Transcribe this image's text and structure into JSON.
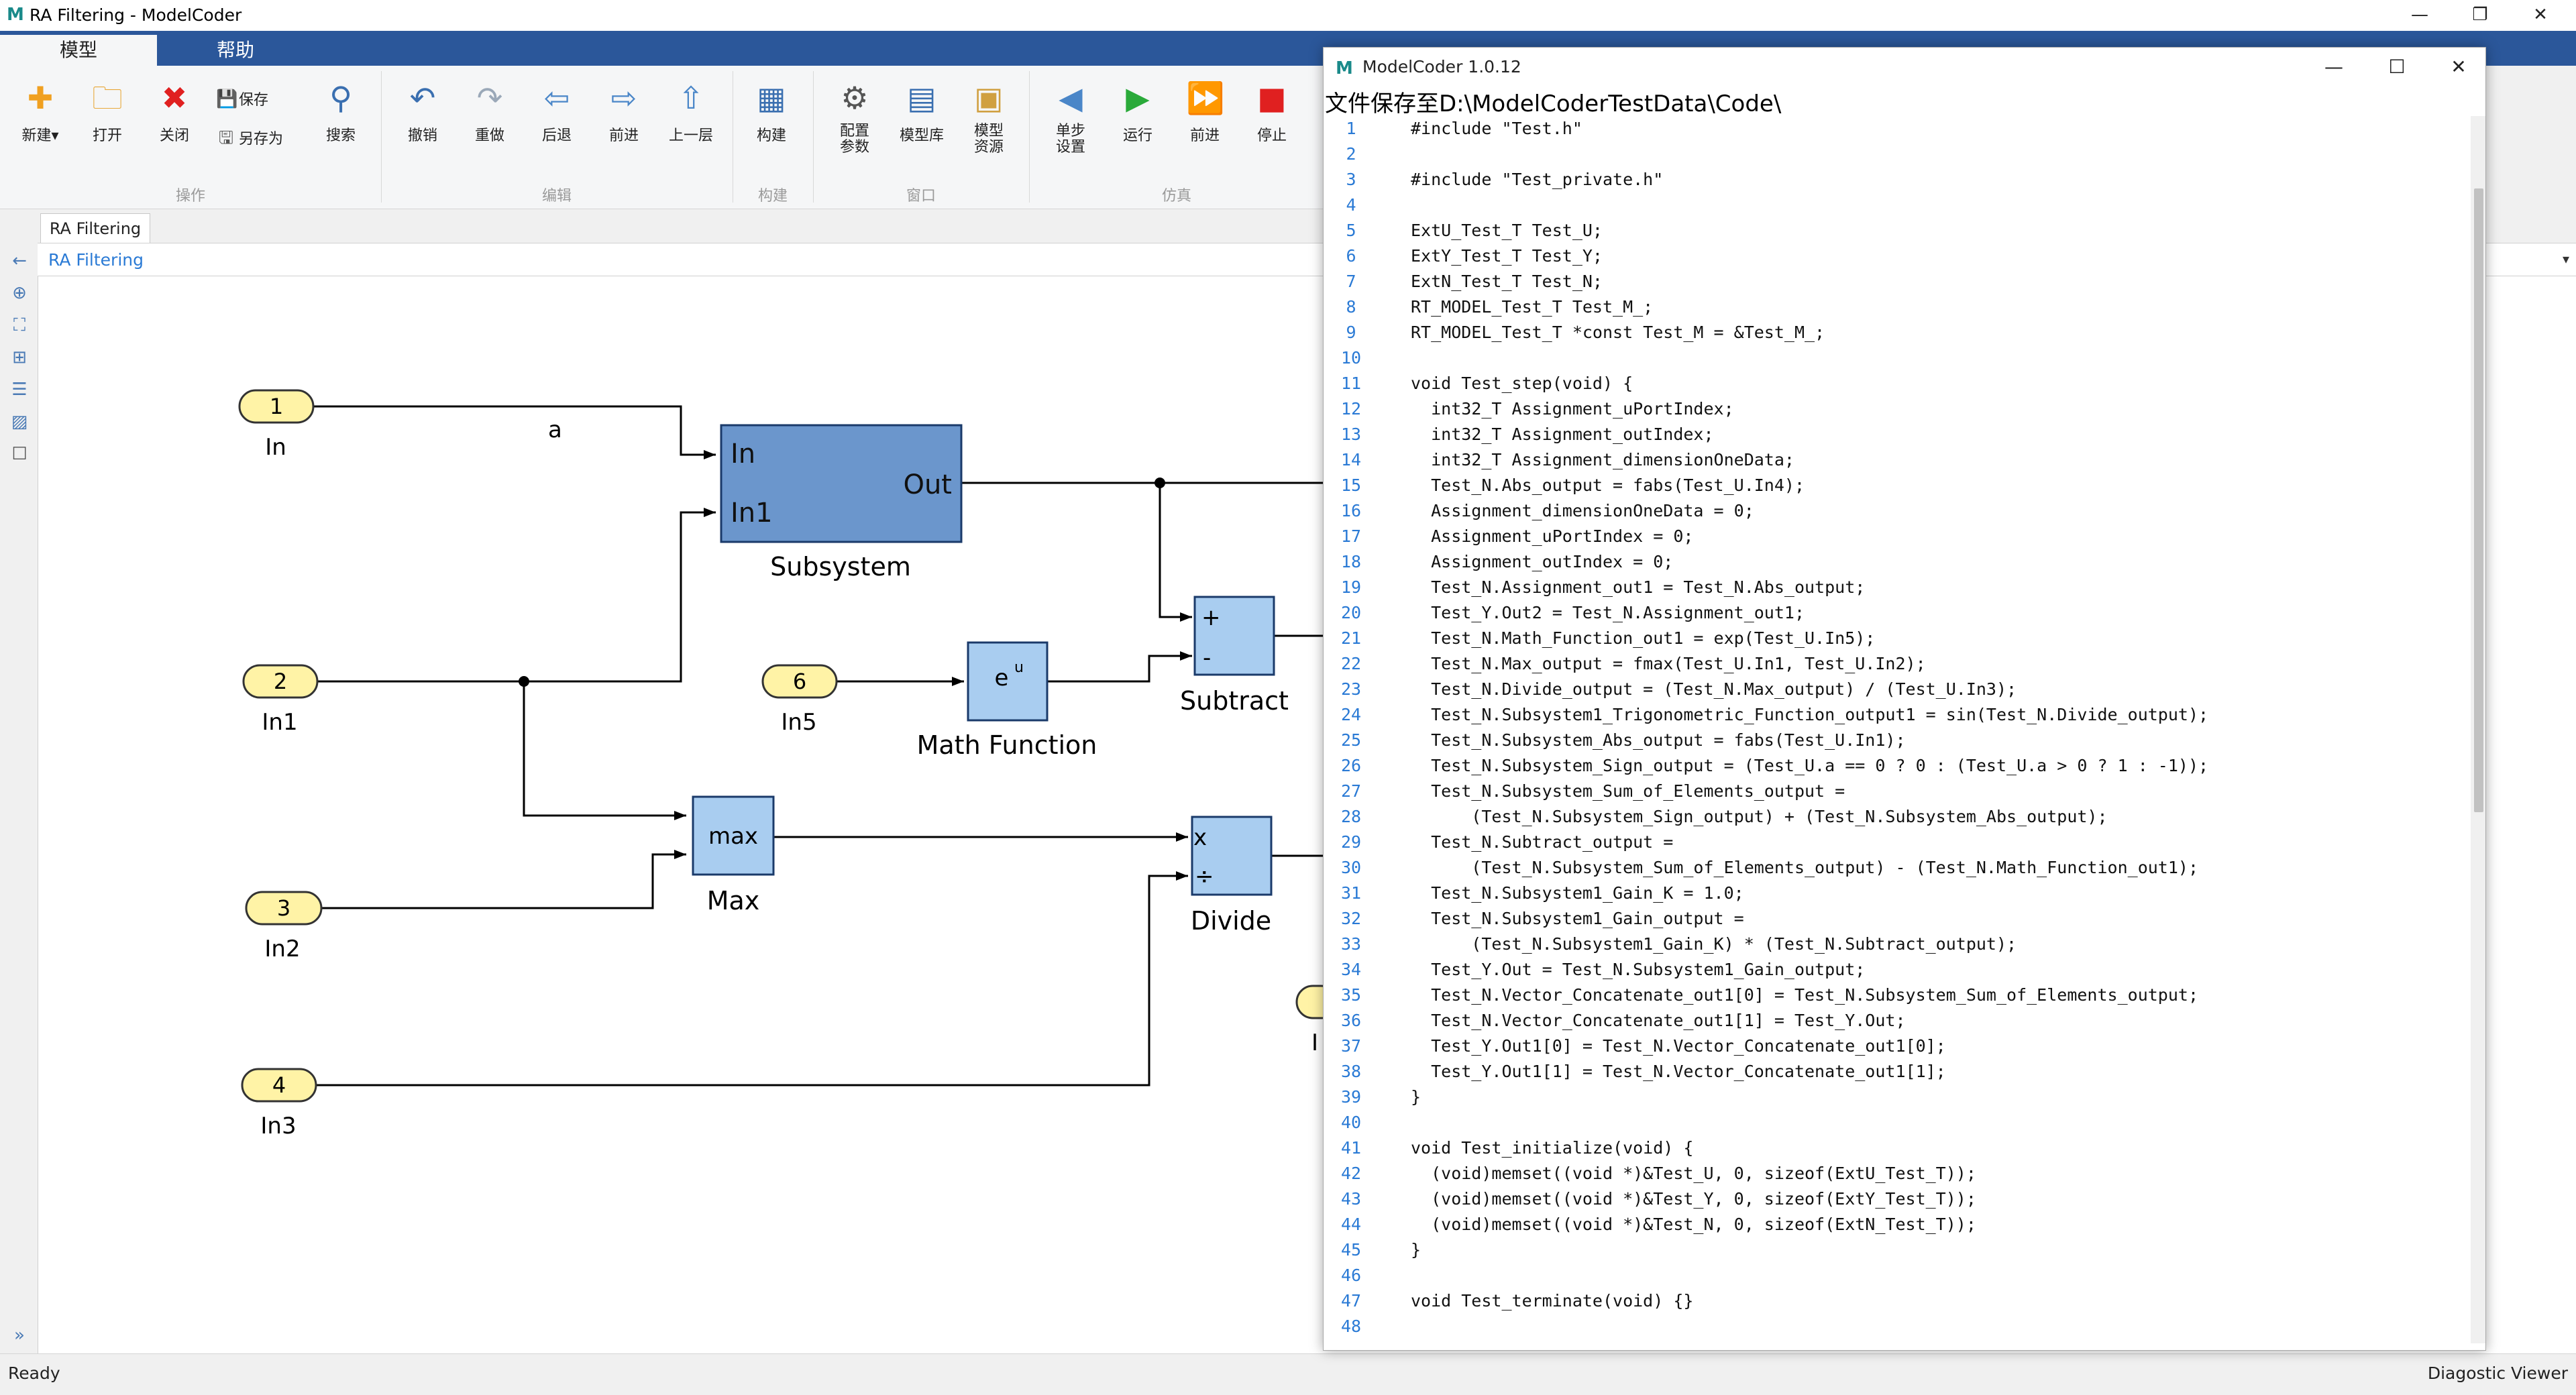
{
  "app": {
    "window_title": "RA Filtering - ModelCoder",
    "status": "Ready",
    "diag_viewer": "Diagostic Viewer"
  },
  "tabs": [
    "模型",
    "帮助"
  ],
  "ribbon": {
    "buttons": [
      {
        "label": "新建▾",
        "icon": "new-icon"
      },
      {
        "label": "打开",
        "icon": "open-folder-icon"
      },
      {
        "label": "关闭",
        "icon": "close-x-icon"
      },
      {
        "label": "搜索",
        "icon": "search-icon"
      },
      {
        "label": "撤销",
        "icon": "undo-icon"
      },
      {
        "label": "重做",
        "icon": "redo-icon"
      },
      {
        "label": "后退",
        "icon": "back-arrow-icon"
      },
      {
        "label": "前进",
        "icon": "forward-arrow-icon"
      },
      {
        "label": "上一层",
        "icon": "up-arrow-icon"
      },
      {
        "label": "构建",
        "icon": "build-icon"
      },
      {
        "label": "配置\n参数",
        "icon": "gear-icon"
      },
      {
        "label": "模型库",
        "icon": "library-icon"
      },
      {
        "label": "模型\n资源",
        "icon": "resource-icon"
      },
      {
        "label": "单步\n设置",
        "icon": "step-back-icon"
      },
      {
        "label": "运行",
        "icon": "run-icon"
      },
      {
        "label": "前进",
        "icon": "step-forward-icon"
      },
      {
        "label": "停止",
        "icon": "stop-icon"
      }
    ],
    "small_buttons": [
      {
        "label": "保存",
        "icon": "save-icon"
      },
      {
        "label": "另存为",
        "icon": "save-as-icon"
      }
    ],
    "groups": [
      "操作",
      "编辑",
      "构建",
      "窗口",
      "仿真"
    ]
  },
  "doc_tab": "RA Filtering",
  "breadcrumb": "RA Filtering",
  "diagram": {
    "inports": [
      {
        "num": "1",
        "name": "In"
      },
      {
        "num": "2",
        "name": "In1"
      },
      {
        "num": "3",
        "name": "In2"
      },
      {
        "num": "4",
        "name": "In3"
      },
      {
        "num": "6",
        "name": "In5"
      }
    ],
    "signal_label": "a",
    "subsystem": {
      "name": "Subsystem",
      "in1": "In",
      "in2": "In1",
      "out": "Out"
    },
    "math_function": {
      "name": "Math Function",
      "symbol": "e",
      "sup": "u"
    },
    "max_block": {
      "name": "Max",
      "symbol": "max"
    },
    "subtract": {
      "name": "Subtract",
      "plus": "+",
      "minus": "-"
    },
    "divide": {
      "name": "Divide",
      "times": "x",
      "div": "÷"
    },
    "partial_label": "I"
  },
  "code_window": {
    "title": "ModelCoder 1.0.12",
    "path": "文件保存至D:\\ModelCoderTestData\\Code\\",
    "lines": [
      {
        "n": "1",
        "t": "#include \"Test.h\""
      },
      {
        "n": "2",
        "t": ""
      },
      {
        "n": "3",
        "t": "#include \"Test_private.h\""
      },
      {
        "n": "4",
        "t": ""
      },
      {
        "n": "5",
        "t": "ExtU_Test_T Test_U;"
      },
      {
        "n": "6",
        "t": "ExtY_Test_T Test_Y;"
      },
      {
        "n": "7",
        "t": "ExtN_Test_T Test_N;"
      },
      {
        "n": "8",
        "t": "RT_MODEL_Test_T Test_M_;"
      },
      {
        "n": "9",
        "t": "RT_MODEL_Test_T *const Test_M = &Test_M_;"
      },
      {
        "n": "10",
        "t": ""
      },
      {
        "n": "11",
        "t": "void Test_step(void) {"
      },
      {
        "n": "12",
        "t": "  int32_T Assignment_uPortIndex;"
      },
      {
        "n": "13",
        "t": "  int32_T Assignment_outIndex;"
      },
      {
        "n": "14",
        "t": "  int32_T Assignment_dimensionOneData;"
      },
      {
        "n": "15",
        "t": "  Test_N.Abs_output = fabs(Test_U.In4);"
      },
      {
        "n": "16",
        "t": "  Assignment_dimensionOneData = 0;"
      },
      {
        "n": "17",
        "t": "  Assignment_uPortIndex = 0;"
      },
      {
        "n": "18",
        "t": "  Assignment_outIndex = 0;"
      },
      {
        "n": "19",
        "t": "  Test_N.Assignment_out1 = Test_N.Abs_output;"
      },
      {
        "n": "20",
        "t": "  Test_Y.Out2 = Test_N.Assignment_out1;"
      },
      {
        "n": "21",
        "t": "  Test_N.Math_Function_out1 = exp(Test_U.In5);"
      },
      {
        "n": "22",
        "t": "  Test_N.Max_output = fmax(Test_U.In1, Test_U.In2);"
      },
      {
        "n": "23",
        "t": "  Test_N.Divide_output = (Test_N.Max_output) / (Test_U.In3);"
      },
      {
        "n": "24",
        "t": "  Test_N.Subsystem1_Trigonometric_Function_output1 = sin(Test_N.Divide_output);"
      },
      {
        "n": "25",
        "t": "  Test_N.Subsystem_Abs_output = fabs(Test_U.In1);"
      },
      {
        "n": "26",
        "t": "  Test_N.Subsystem_Sign_output = (Test_U.a == 0 ? 0 : (Test_U.a > 0 ? 1 : -1));"
      },
      {
        "n": "27",
        "t": "  Test_N.Subsystem_Sum_of_Elements_output ="
      },
      {
        "n": "28",
        "t": "      (Test_N.Subsystem_Sign_output) + (Test_N.Subsystem_Abs_output);"
      },
      {
        "n": "29",
        "t": "  Test_N.Subtract_output ="
      },
      {
        "n": "30",
        "t": "      (Test_N.Subsystem_Sum_of_Elements_output) - (Test_N.Math_Function_out1);"
      },
      {
        "n": "31",
        "t": "  Test_N.Subsystem1_Gain_K = 1.0;"
      },
      {
        "n": "32",
        "t": "  Test_N.Subsystem1_Gain_output ="
      },
      {
        "n": "33",
        "t": "      (Test_N.Subsystem1_Gain_K) * (Test_N.Subtract_output);"
      },
      {
        "n": "34",
        "t": "  Test_Y.Out = Test_N.Subsystem1_Gain_output;"
      },
      {
        "n": "35",
        "t": "  Test_N.Vector_Concatenate_out1[0] = Test_N.Subsystem_Sum_of_Elements_output;"
      },
      {
        "n": "36",
        "t": "  Test_N.Vector_Concatenate_out1[1] = Test_Y.Out;"
      },
      {
        "n": "37",
        "t": "  Test_Y.Out1[0] = Test_N.Vector_Concatenate_out1[0];"
      },
      {
        "n": "38",
        "t": "  Test_Y.Out1[1] = Test_N.Vector_Concatenate_out1[1];"
      },
      {
        "n": "39",
        "t": "}"
      },
      {
        "n": "40",
        "t": ""
      },
      {
        "n": "41",
        "t": "void Test_initialize(void) {"
      },
      {
        "n": "42",
        "t": "  (void)memset((void *)&Test_U, 0, sizeof(ExtU_Test_T));"
      },
      {
        "n": "43",
        "t": "  (void)memset((void *)&Test_Y, 0, sizeof(ExtY_Test_T));"
      },
      {
        "n": "44",
        "t": "  (void)memset((void *)&Test_N, 0, sizeof(ExtN_Test_T));"
      },
      {
        "n": "45",
        "t": "}"
      },
      {
        "n": "46",
        "t": ""
      },
      {
        "n": "47",
        "t": "void Test_terminate(void) {}"
      },
      {
        "n": "48",
        "t": ""
      }
    ]
  },
  "colors": {
    "accent": "#2b579a",
    "subsystem_block": "#6b96cc",
    "block": "#a9cdf0",
    "inport": "#fff3a6",
    "line_number": "#2a7ad5"
  }
}
